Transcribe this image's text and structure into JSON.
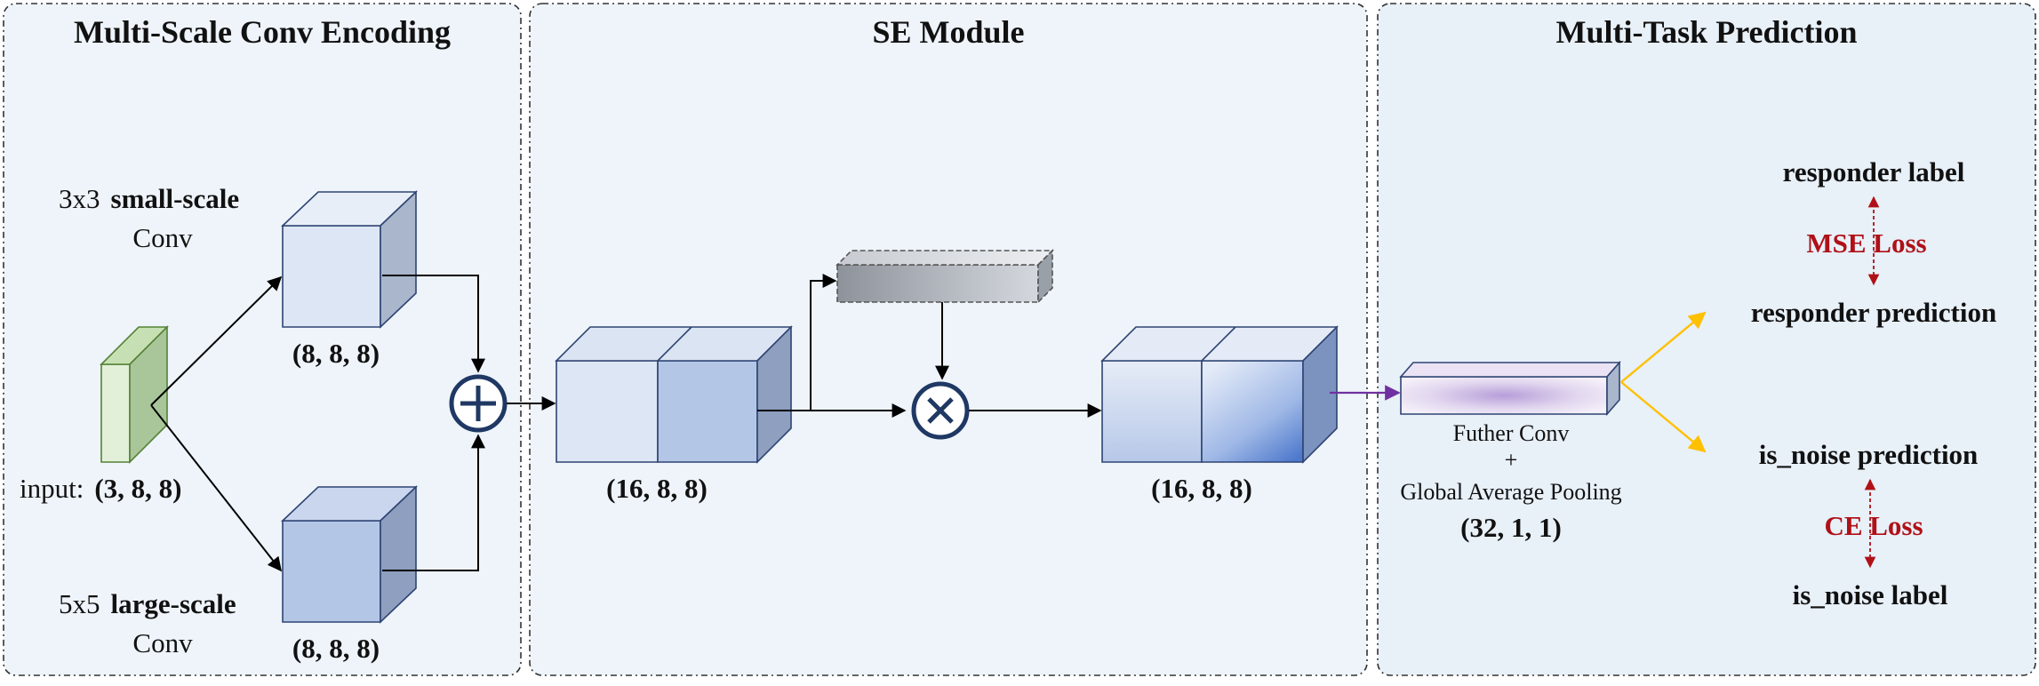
{
  "panels": {
    "encoding_title": "Multi-Scale Conv Encoding",
    "se_title": "SE Module",
    "prediction_title": "Multi-Task Prediction"
  },
  "encoding": {
    "small_conv_prefix": "3x3",
    "small_conv_bold": "small-scale",
    "small_conv_suffix": "Conv",
    "large_conv_prefix": "5x5",
    "large_conv_bold": "large-scale",
    "large_conv_suffix": "Conv",
    "input_prefix": "input:",
    "input_shape": "(3, 8, 8)",
    "small_shape": "(8, 8, 8)",
    "large_shape": "(8, 8, 8)"
  },
  "se": {
    "concat_shape": "(16, 8, 8)",
    "output_shape": "(16, 8, 8)"
  },
  "prediction": {
    "further_conv": "Futher Conv",
    "plus": "+",
    "gap": "Global Average Pooling",
    "pooled_shape": "(32, 1, 1)",
    "responder_label": "responder label",
    "mse_loss": "MSE Loss",
    "responder_prediction": "responder prediction",
    "noise_prediction": "is_noise prediction",
    "ce_loss": "CE Loss",
    "noise_label": "is_noise label"
  },
  "colors": {
    "panel_bg": "#eef4fa",
    "cube_light": "#dde6f4",
    "cube_mid": "#b4c6e6",
    "input_green": "#e2f0d9",
    "flow_arrow": "#000000",
    "pool_arrow": "#7030a0",
    "task_arrow": "#ffc000",
    "loss_red": "#b01017",
    "op_blue": "#1f3864"
  }
}
